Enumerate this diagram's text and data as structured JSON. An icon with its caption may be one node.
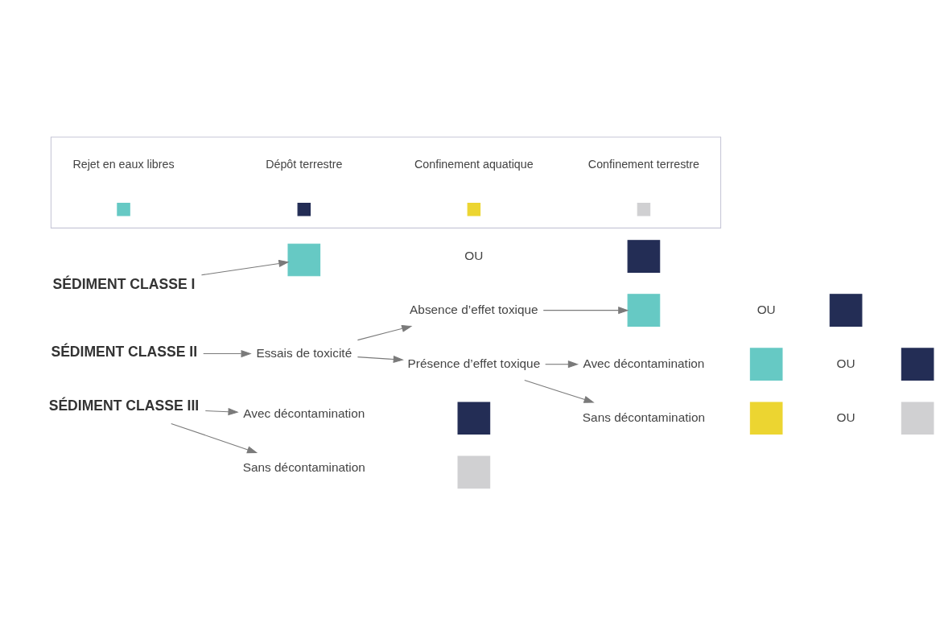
{
  "diagram": {
    "nodes": [
      {
        "text": [
          "SÉDIMENT CLASSE I"
        ]
      },
      {
        "text": [],
        "shape": "box"
      },
      {
        "text": [],
        "shape": "box"
      },
      {
        "text": [
          "SÉDIMENT CLASSE II"
        ]
      },
      {
        "text": [
          "Essais de toxicité"
        ]
      },
      {
        "text": [
          "Absence d’effet toxique"
        ]
      },
      {
        "text": [],
        "shape": "box"
      },
      {
        "text": [],
        "shape": "box"
      },
      {
        "text": [
          "Présence d’effet toxique"
        ]
      },
      {
        "text": [
          "Avec décontamination"
        ]
      },
      {
        "text": [],
        "shape": "box"
      },
      {
        "text": [],
        "shape": "box"
      },
      {
        "text": [
          "Sans décontamination"
        ]
      },
      {
        "text": [],
        "shape": "box"
      },
      {
        "text": [],
        "shape": "box"
      },
      {
        "text": [
          "SÉDIMENT CLASSE III"
        ]
      },
      {
        "text": [
          "Avec décontamination"
        ]
      },
      {
        "text": [],
        "shape": "box"
      },
      {
        "text": [
          "Sans décontamination"
        ]
      },
      {
        "text": [],
        "shape": "box"
      },
      {
        "text": [],
        "shape": "box"
      }
    ],
    "edges": [
      {
        "from": 0,
        "to": 1,
        "arrow": "to"
      },
      {
        "from": 3,
        "to": 4,
        "arrow": "to"
      },
      {
        "from": 4,
        "to": 5,
        "arrow": "to"
      },
      {
        "from": 4,
        "to": 8,
        "arrow": "to"
      },
      {
        "from": 5,
        "to": 6,
        "arrow": "to"
      },
      {
        "from": 8,
        "to": 9,
        "arrow": "to"
      },
      {
        "from": 8,
        "to": 12,
        "arrow": "to"
      },
      {
        "from": 15,
        "to": 16,
        "arrow": "to"
      },
      {
        "from": 15,
        "to": 18,
        "arrow": "to"
      }
    ],
    "labels": [
      "OU",
      "OU",
      "OU",
      "OU"
    ],
    "legend": [
      {
        "text": "Rejet en eaux libres",
        "color": "#66c9c4"
      },
      {
        "text": "Dépôt terrestre",
        "color": "#232d55"
      },
      {
        "text": "Confinement aquatique",
        "color": "#ecd531"
      },
      {
        "text": "Confinement terrestre",
        "color": "#d0d0d2"
      }
    ]
  }
}
